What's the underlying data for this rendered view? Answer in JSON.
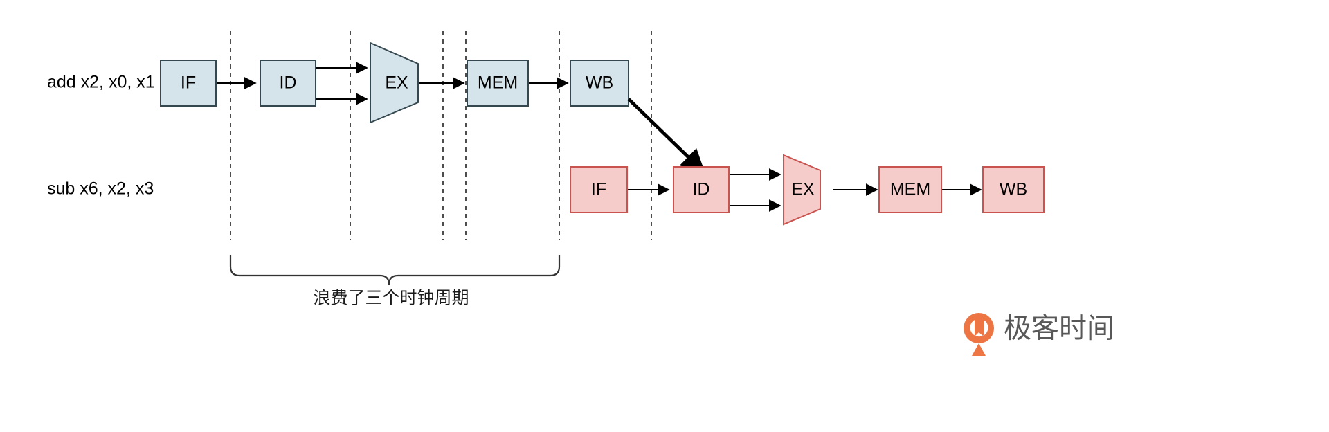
{
  "diagram": {
    "title": "RISC-V pipeline data hazard stall diagram",
    "colors": {
      "row1_fill": "#d5e4ea",
      "row1_stroke": "#36484f",
      "row2_fill": "#f6cccb",
      "row2_stroke": "#c9534f",
      "arrow": "#000000",
      "divider": "#4d4d4d",
      "bracket": "#333333",
      "text": "#000000",
      "watermark_orange": "#ec6a34",
      "watermark_text": "#4a4a4a",
      "background": "#ffffff"
    },
    "rows": [
      {
        "id": "row-add",
        "instruction": "add x2, x0, x1",
        "stages": [
          {
            "label": "IF",
            "shape": "rect"
          },
          {
            "label": "ID",
            "shape": "rect"
          },
          {
            "label": "EX",
            "shape": "alu"
          },
          {
            "label": "MEM",
            "shape": "rect"
          },
          {
            "label": "WB",
            "shape": "rect"
          }
        ]
      },
      {
        "id": "row-sub",
        "instruction": "sub x6, x2, x3",
        "stages": [
          {
            "label": "IF",
            "shape": "rect"
          },
          {
            "label": "ID",
            "shape": "rect"
          },
          {
            "label": "EX",
            "shape": "alu"
          },
          {
            "label": "MEM",
            "shape": "rect"
          },
          {
            "label": "WB",
            "shape": "rect"
          }
        ]
      }
    ],
    "forwarding_arrow": {
      "from": "row-add-WB",
      "to": "row-sub-ID"
    },
    "bracket": {
      "caption": "浪费了三个时钟周期"
    },
    "clock_dividers": 6
  },
  "watermark": {
    "text": "极客时间",
    "logo_icon": "geektime-logo-icon"
  }
}
